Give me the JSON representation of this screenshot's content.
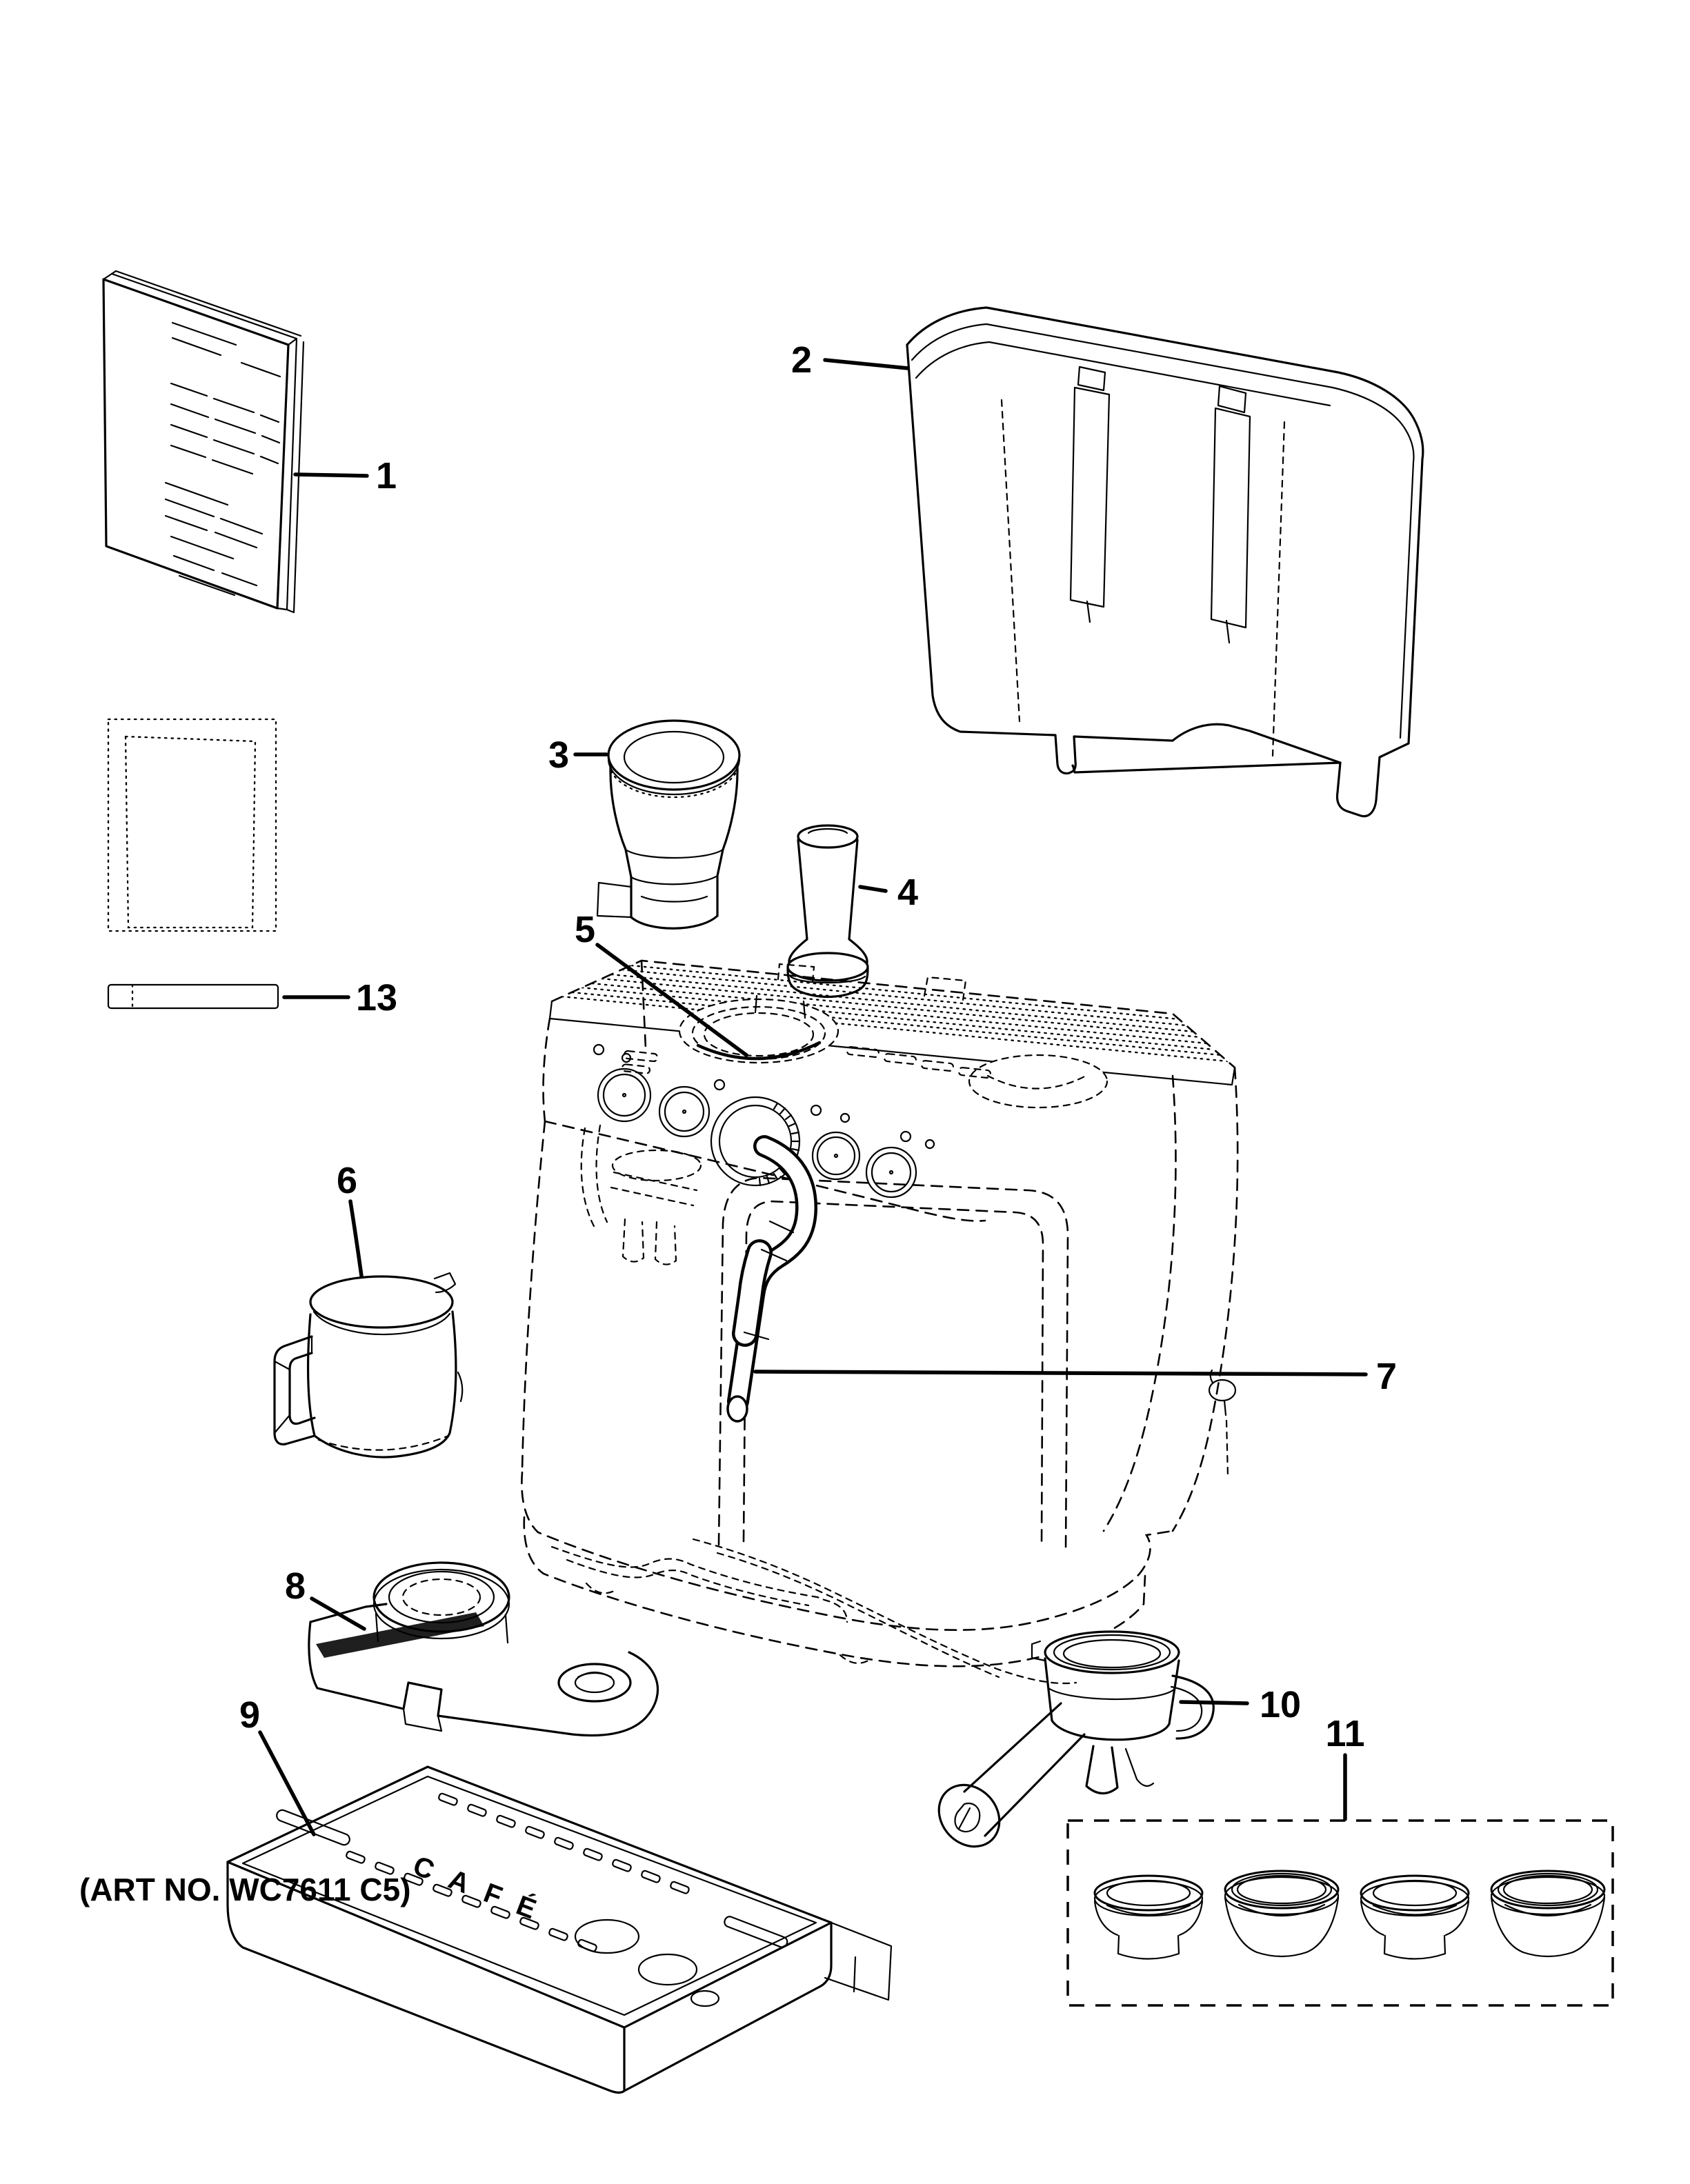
{
  "figure": {
    "art_no": "(ART NO. WC7611 C5)",
    "tray_brand": "CAFÉ"
  },
  "callouts": {
    "c1": {
      "label": "1"
    },
    "c2": {
      "label": "2"
    },
    "c3": {
      "label": "3"
    },
    "c4": {
      "label": "4"
    },
    "c5": {
      "label": "5"
    },
    "c6": {
      "label": "6"
    },
    "c7": {
      "label": "7"
    },
    "c8": {
      "label": "8"
    },
    "c9": {
      "label": "9"
    },
    "c10": {
      "label": "10"
    },
    "c11": {
      "label": "11"
    },
    "c13": {
      "label": "13"
    }
  },
  "colors": {
    "line": "#000000",
    "background": "#ffffff"
  }
}
